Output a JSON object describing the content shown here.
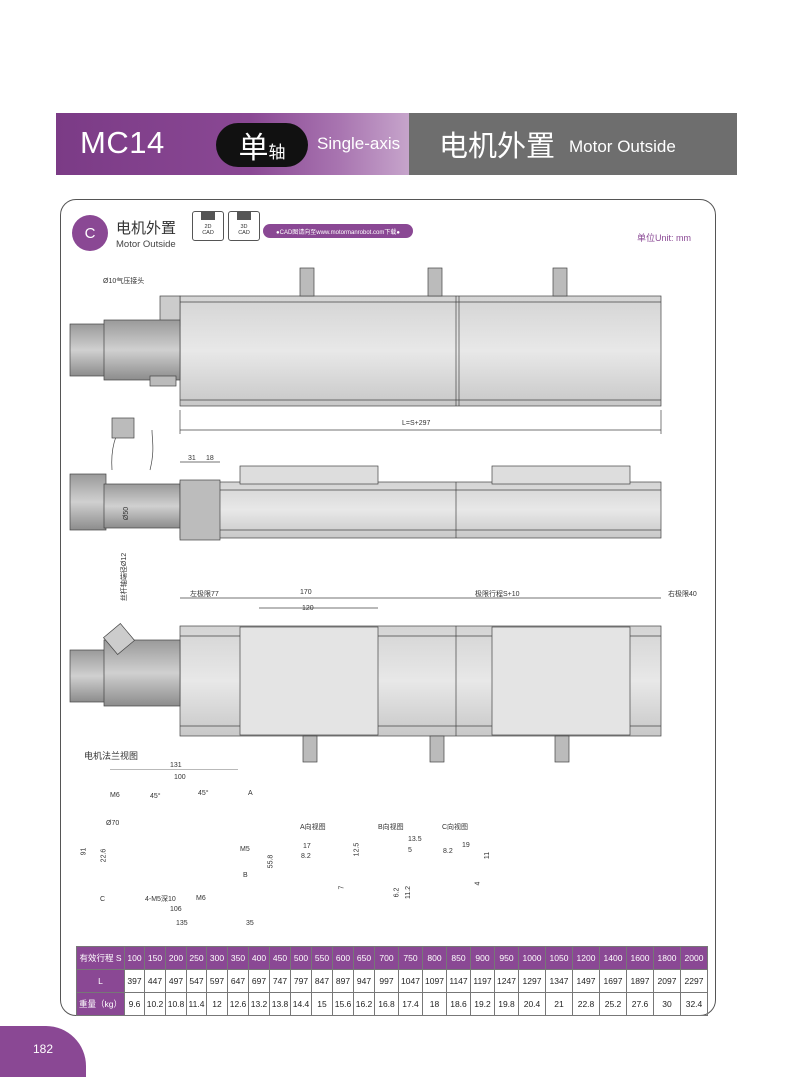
{
  "header": {
    "model": "MC14",
    "axis_cn_big": "单",
    "axis_cn_small": "轴",
    "axis_en": "Single-axis",
    "motor_cn": "电机外置",
    "motor_en": "Motor Outside"
  },
  "section": {
    "badge": "C",
    "title_cn": "电机外置",
    "title_en": "Motor Outside",
    "cad_2d": [
      "2D",
      "CAD"
    ],
    "cad_3d": [
      "3D",
      "CAD"
    ],
    "cad_note": "●CAD图请向至www.motormanrobot.com下载●",
    "unit": "单位Unit: mm"
  },
  "drawing": {
    "air_connector": "Ø10气压接头",
    "length": "L=S+297",
    "dim_31": "31",
    "dim_18": "18",
    "dim_50": "Ø50",
    "screw": "丝杆轴端径Ø12",
    "left_limit": "左极限77",
    "dim_170": "170",
    "dim_120": "120",
    "stroke": "极限行程S+10",
    "right_limit": "右极限40",
    "flange_view": "电机法兰视图",
    "dim_131": "131",
    "dim_100": "100",
    "m6_top": "M6",
    "angle_a": "45°",
    "angle_b": "45°",
    "label_a": "A",
    "dia_70": "Ø70",
    "dim_91": "91",
    "dim_226": "22.6",
    "m5": "M5",
    "dim_558": "55.8",
    "label_b": "B",
    "label_c": "C",
    "m5_depth": "4-M5深10",
    "m6_bottom": "M6",
    "dim_106": "106",
    "dim_135": "135",
    "dim_35": "35",
    "view_a": "A向视图",
    "view_b": "B向视图",
    "view_c": "C向视图",
    "a_17": "17",
    "a_82": "8.2",
    "a_125": "12.5",
    "a_7": "7",
    "b_135": "13.5",
    "b_5": "5",
    "b_62": "6.2",
    "b_112": "11.2",
    "c_19": "19",
    "c_82": "8.2",
    "c_11": "11",
    "c_4": "4"
  },
  "table": {
    "stroke_head": "有效行程 S",
    "strokes": [
      "100",
      "150",
      "200",
      "250",
      "300",
      "350",
      "400",
      "450",
      "500",
      "550",
      "600",
      "650",
      "700",
      "750",
      "800",
      "850",
      "900",
      "950",
      "1000",
      "1050",
      "1200",
      "1400",
      "1600",
      "1800",
      "2000"
    ],
    "l_head": "L",
    "l_values": [
      "397",
      "447",
      "497",
      "547",
      "597",
      "647",
      "697",
      "747",
      "797",
      "847",
      "897",
      "947",
      "997",
      "1047",
      "1097",
      "1147",
      "1197",
      "1247",
      "1297",
      "1347",
      "1497",
      "1697",
      "1897",
      "2097",
      "2297"
    ],
    "weight_head": "重量（kg）",
    "weights": [
      "9.6",
      "10.2",
      "10.8",
      "11.4",
      "12",
      "12.6",
      "13.2",
      "13.8",
      "14.4",
      "15",
      "15.6",
      "16.2",
      "16.8",
      "17.4",
      "18",
      "18.6",
      "19.2",
      "19.8",
      "20.4",
      "21",
      "22.8",
      "25.2",
      "27.6",
      "30",
      "32.4"
    ]
  },
  "page_number": "182"
}
